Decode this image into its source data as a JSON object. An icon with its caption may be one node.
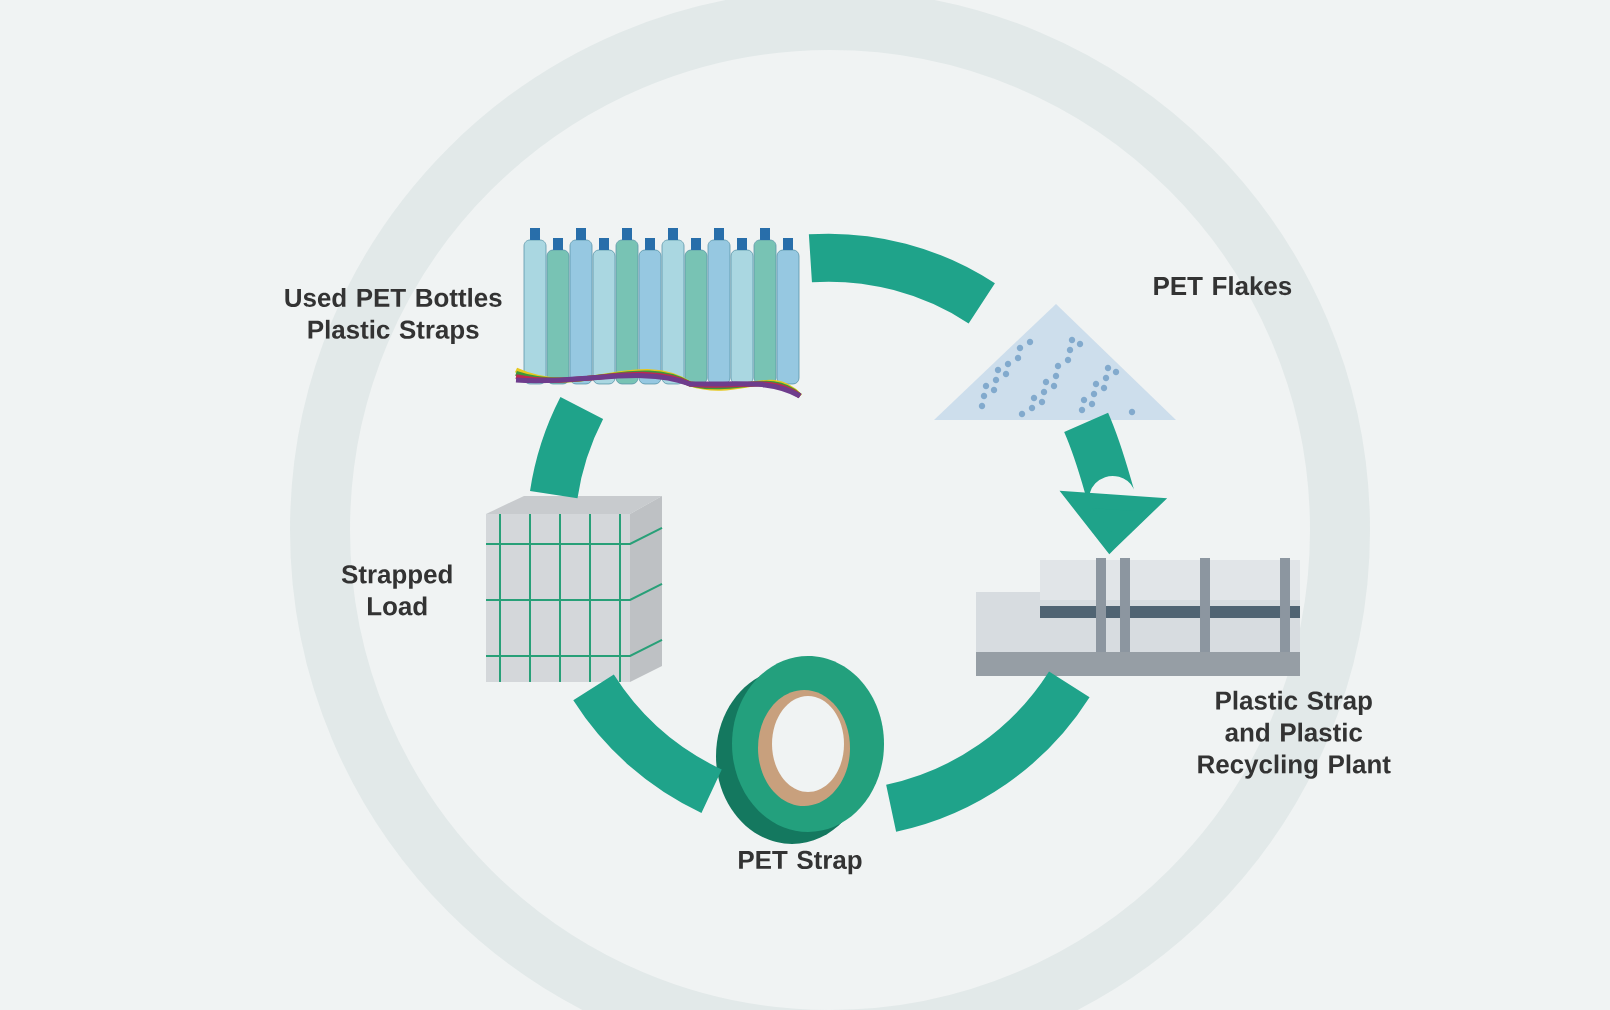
{
  "diagram": {
    "nodes": [
      {
        "text": [
          "Used PET Bottles Plastic Straps"
        ]
      },
      {
        "text": [
          "PET Flakes"
        ]
      },
      {
        "text": [
          "Plastic Strap and Plastic Recycling Plant"
        ]
      },
      {
        "text": [
          "PET Strap"
        ]
      },
      {
        "text": [
          "Strapped Load"
        ]
      }
    ],
    "edges": [
      {
        "from": 0,
        "to": 1,
        "arrow": "none"
      },
      {
        "from": 1,
        "to": 2,
        "arrow": "to"
      },
      {
        "from": 2,
        "to": 3,
        "arrow": "none"
      },
      {
        "from": 3,
        "to": 4,
        "arrow": "none"
      },
      {
        "from": 4,
        "to": 0,
        "arrow": "none"
      }
    ]
  }
}
